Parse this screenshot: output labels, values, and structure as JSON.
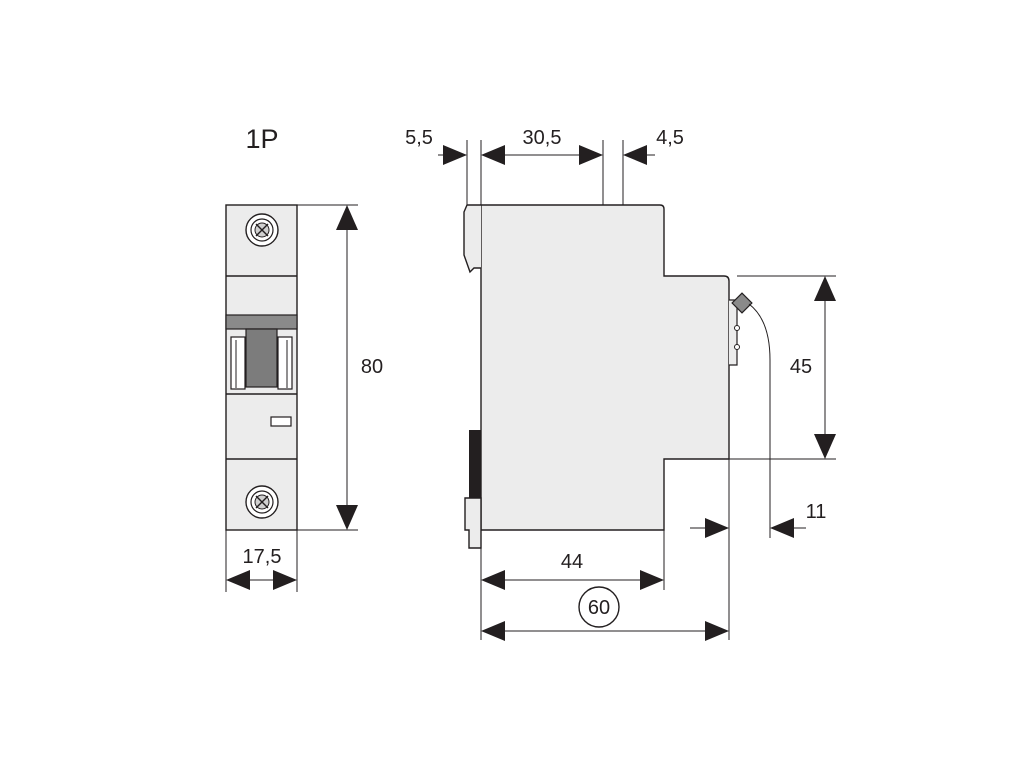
{
  "title": "1P",
  "front_view": {
    "height": "80",
    "width": "17,5"
  },
  "side_view": {
    "top_left_offset": "5,5",
    "top_mid_width": "30,5",
    "top_right_offset": "4,5",
    "front_height": "45",
    "handle_projection": "11",
    "body_depth": "44",
    "total_depth": "60"
  },
  "colors": {
    "line": "#231f20",
    "body": "#ececec",
    "handle_band": "#8a8a8a"
  }
}
